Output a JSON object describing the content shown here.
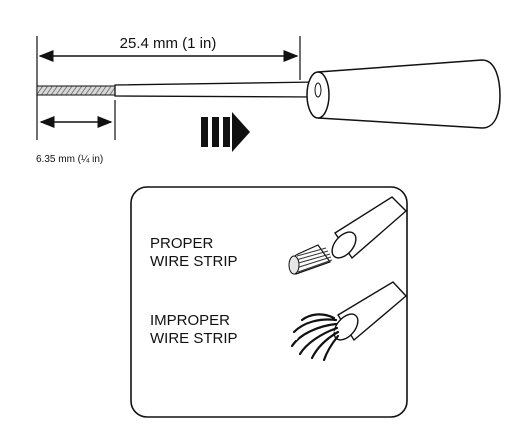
{
  "dimensions": {
    "overall_length": "25.4 mm (1 in)",
    "strip_length": "6.35 mm (¼ in)"
  },
  "examples": {
    "proper": {
      "line1": "PROPER",
      "line2": "WIRE STRIP"
    },
    "improper": {
      "line1": "IMPROPER",
      "line2": "WIRE STRIP"
    }
  },
  "colors": {
    "ink": "#111111",
    "background": "#ffffff"
  },
  "icons": [
    "triple-arrow-icon"
  ]
}
